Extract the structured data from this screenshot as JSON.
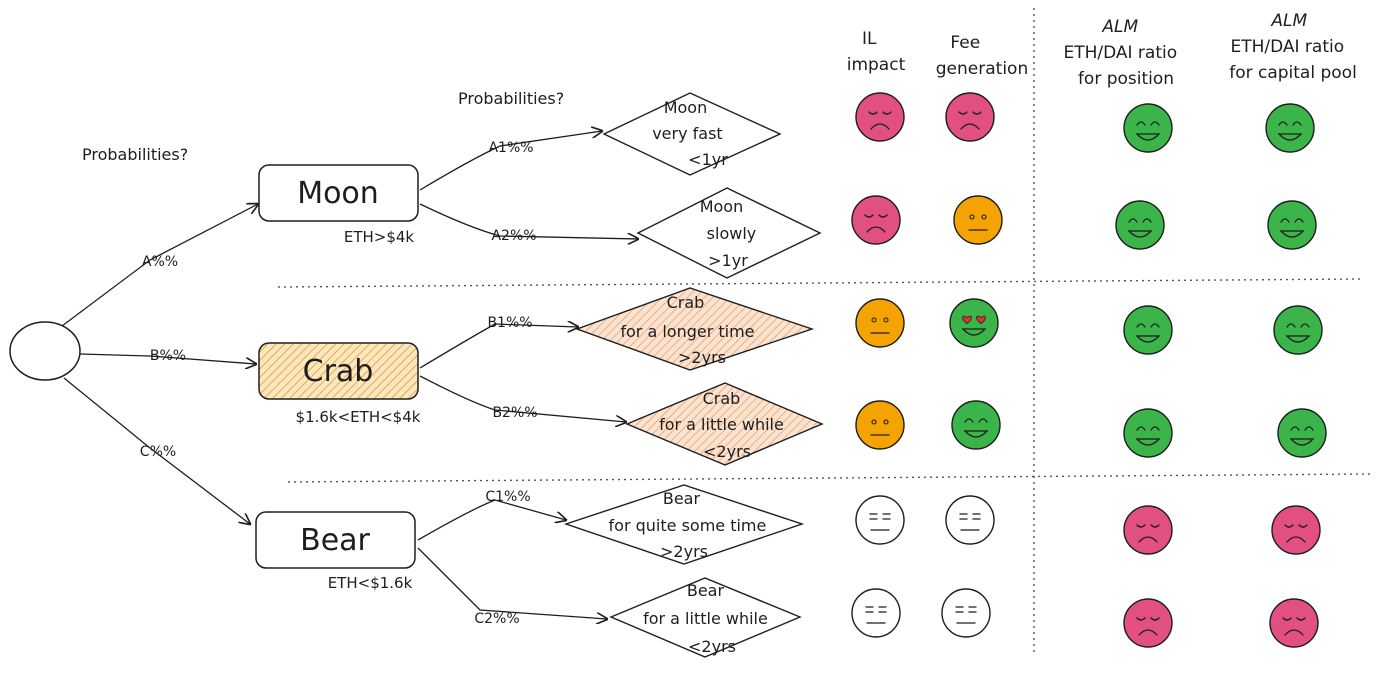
{
  "tree": {
    "root_label": "",
    "probabilities_label_1": "Probabilities?",
    "probabilities_label_2": "Probabilities?",
    "scenarios": [
      {
        "name": "Moon",
        "condition": "ETH>$4k",
        "probability": "A%%",
        "highlight": false,
        "outcomes": [
          {
            "lines": [
              "Moon",
              "very fast",
              "<1yr"
            ],
            "probability": "A1%%",
            "highlight": false,
            "faces": [
              "sad-pink",
              "sad-pink",
              "happy-green",
              "happy-green"
            ]
          },
          {
            "lines": [
              "Moon",
              "slowly",
              ">1yr"
            ],
            "probability": "A2%%",
            "highlight": false,
            "faces": [
              "sad-pink",
              "neutral-orange",
              "happy-green",
              "happy-green"
            ]
          }
        ]
      },
      {
        "name": "Crab",
        "condition": "$1.6k<ETH<$4k",
        "probability": "B%%",
        "highlight": true,
        "outcomes": [
          {
            "lines": [
              "Crab",
              "for a longer time",
              ">2yrs"
            ],
            "probability": "B1%%",
            "highlight": true,
            "faces": [
              "neutral-orange",
              "love-green",
              "happy-green",
              "happy-green"
            ]
          },
          {
            "lines": [
              "Crab",
              "for a little while",
              "<2yrs"
            ],
            "probability": "B2%%",
            "highlight": true,
            "faces": [
              "neutral-orange",
              "happy-green",
              "happy-green",
              "happy-green"
            ]
          }
        ]
      },
      {
        "name": "Bear",
        "condition": "ETH<$1.6k",
        "probability": "C%%",
        "highlight": false,
        "outcomes": [
          {
            "lines": [
              "Bear",
              "for quite some time",
              ">2yrs"
            ],
            "probability": "C1%%",
            "highlight": false,
            "faces": [
              "expressionless-white",
              "expressionless-white",
              "sad-pink",
              "sad-pink"
            ]
          },
          {
            "lines": [
              "Bear",
              "for a little while",
              "<2yrs"
            ],
            "probability": "C2%%",
            "highlight": false,
            "faces": [
              "expressionless-white",
              "expressionless-white",
              "sad-pink",
              "sad-pink"
            ]
          }
        ]
      }
    ]
  },
  "columns": [
    {
      "lines": [
        "IL",
        "impact"
      ]
    },
    {
      "lines": [
        "Fee",
        "generation"
      ]
    },
    {
      "lines": [
        "ALM",
        "ETH/DAI ratio",
        "for position"
      ]
    },
    {
      "lines": [
        "ALM",
        "ETH/DAI ratio",
        "for capital pool"
      ]
    }
  ],
  "colors": {
    "stroke": "#1e1e1e",
    "highlight_fill": "#f5c36b",
    "highlight_hatch": "#e8a94a",
    "outcome_hatch": "#e8a26a",
    "pink": "#e24f82",
    "orange": "#f5a300",
    "green": "#3bb54a",
    "white": "#ffffff"
  }
}
